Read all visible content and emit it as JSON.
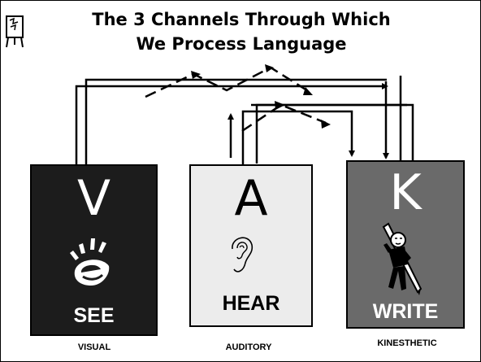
{
  "title": {
    "line1": "The 3 Channels Through Which",
    "line2": "We Process Language"
  },
  "logo": {
    "icon": "easel-teacher-icon"
  },
  "channels": [
    {
      "letter": "V",
      "word": "SEE",
      "caption": "VISUAL",
      "icon": "eye-icon",
      "color": "#1c1c1c"
    },
    {
      "letter": "A",
      "word": "HEAR",
      "caption": "AUDITORY",
      "icon": "ear-icon",
      "color": "#ececec"
    },
    {
      "letter": "K",
      "word": "WRITE",
      "caption": "KINESTHETIC",
      "icon": "writer-icon",
      "color": "#6a6a6a"
    }
  ],
  "connectors": {
    "style": [
      "solid",
      "dashed"
    ],
    "color": "#000000"
  }
}
